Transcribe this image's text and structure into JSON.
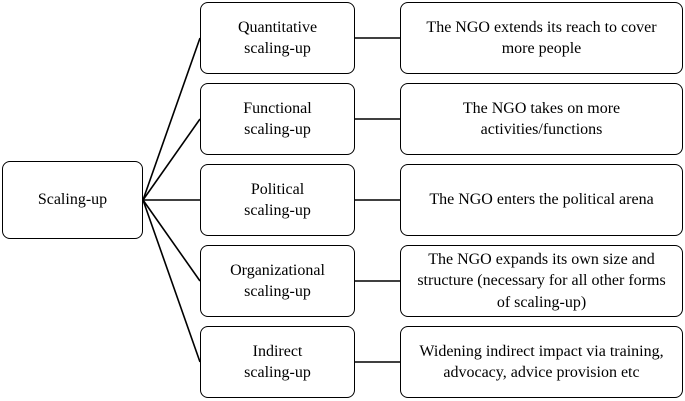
{
  "diagram": {
    "root": {
      "label": "Scaling-up"
    },
    "rows": [
      {
        "type": "Quantitative\nscaling-up",
        "description": "The NGO extends its reach to cover\nmore people"
      },
      {
        "type": "Functional\nscaling-up",
        "description": "The NGO takes on more\nactivities/functions"
      },
      {
        "type": "Political\nscaling-up",
        "description": "The NGO enters the political arena"
      },
      {
        "type": "Organizational\nscaling-up",
        "description": "The NGO expands its own size and\nstructure (necessary for all other forms\nof scaling-up)"
      },
      {
        "type": "Indirect\nscaling-up",
        "description": "Widening indirect impact via training,\nadvocacy, advice provision etc"
      }
    ]
  }
}
